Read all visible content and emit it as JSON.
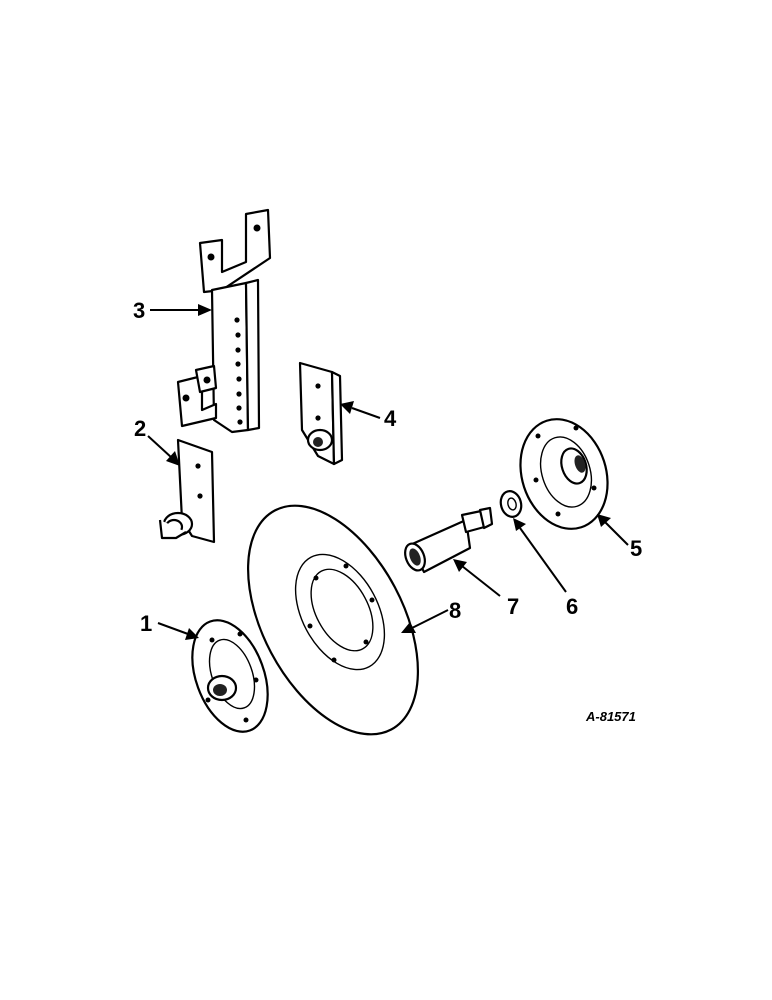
{
  "diagram": {
    "callouts": [
      "1",
      "2",
      "3",
      "4",
      "5",
      "6",
      "7",
      "8"
    ],
    "figure_id": "A-81571"
  }
}
